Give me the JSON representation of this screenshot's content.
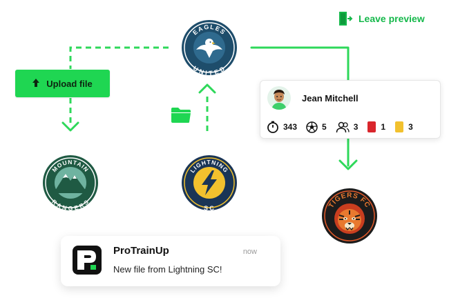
{
  "header": {
    "leave_preview_label": "Leave preview",
    "leave_icon": "door-exit-icon"
  },
  "upload": {
    "label": "Upload file",
    "icon": "upload-arrow-icon"
  },
  "folder": {
    "icon": "folder-icon"
  },
  "clubs": {
    "eagles": {
      "top_text": "EAGLES",
      "bottom_text": "UNITED",
      "color": "#1e4d6b"
    },
    "mountain": {
      "top_text": "MOUNTAIN",
      "bottom_text": "RANGERS",
      "color": "#1f5a43"
    },
    "lightning": {
      "top_text": "LIGHTNING",
      "bottom_text": "SC",
      "color": "#1a3556"
    },
    "tigers": {
      "top_text": "TIGERS FC",
      "color": "#1c1c1c"
    }
  },
  "player": {
    "name": "Jean Mitchell",
    "stats": [
      {
        "icon": "stopwatch-icon",
        "value": "343"
      },
      {
        "icon": "soccer-ball-icon",
        "value": "5"
      },
      {
        "icon": "users-icon",
        "value": "3"
      },
      {
        "icon": "red-card-icon",
        "value": "1"
      },
      {
        "icon": "yellow-card-icon",
        "value": "3"
      }
    ]
  },
  "notification": {
    "app_name": "ProTrainUp",
    "time": "now",
    "message": "New file from Lightning SC!"
  },
  "colors": {
    "accent": "#1fd652",
    "connector": "#2ed85a",
    "red_card": "#d9262c",
    "yellow_card": "#f2c12e"
  }
}
